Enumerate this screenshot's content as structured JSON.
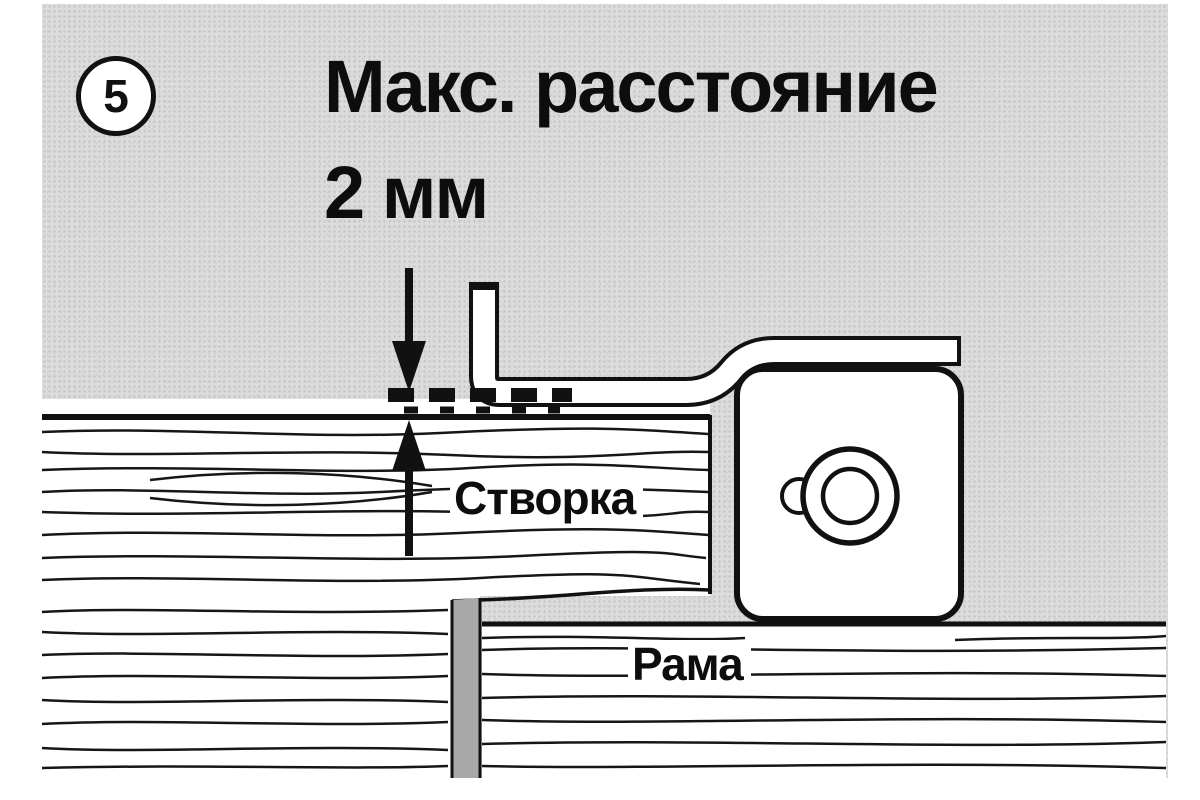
{
  "figure": {
    "step_number": "5",
    "title_line1": "Макс. расстояние",
    "title_line2": "2 мм",
    "label_sash": "Створка",
    "label_frame": "Рама"
  },
  "colors": {
    "ink": "#111111",
    "paper": "#ffffff",
    "halftone_background": "#dcdcdc",
    "gap_shadow": "#a8a8a8"
  },
  "icons": [
    "down-arrow-icon",
    "up-arrow-icon",
    "dashed-gap-line",
    "step-circle-badge"
  ]
}
